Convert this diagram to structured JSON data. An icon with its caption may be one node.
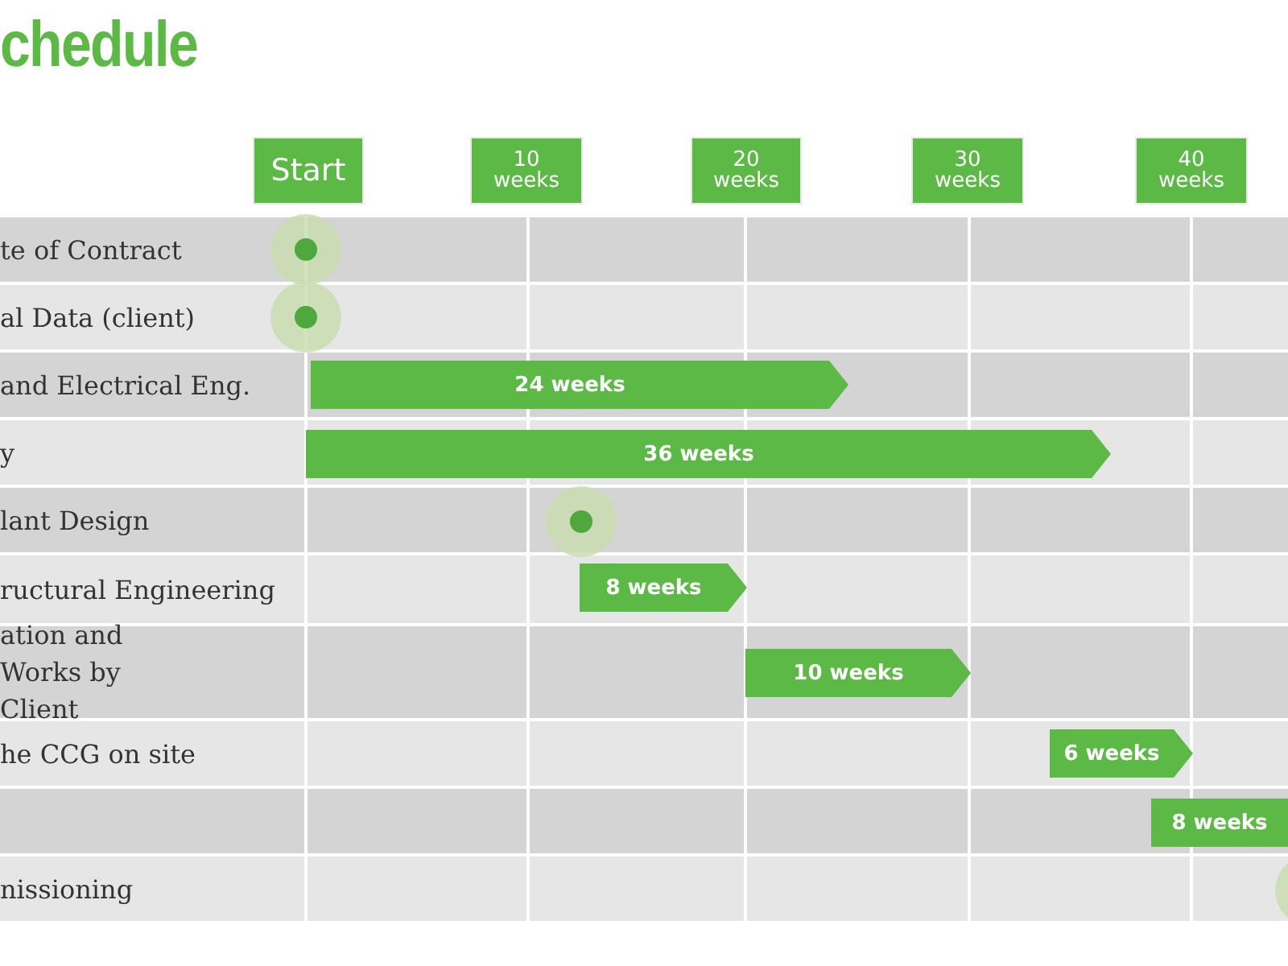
{
  "diagram": {
    "title": "chedule",
    "nodes": [
      {
        "text": [
          "Start"
        ]
      },
      {
        "text": [
          "10 weeks"
        ]
      },
      {
        "text": [
          "20 weeks"
        ]
      },
      {
        "text": [
          "30 weeks"
        ]
      },
      {
        "text": [
          "40 weeks"
        ]
      },
      {
        "text": [
          "24 weeks"
        ]
      },
      {
        "text": [
          "36 weeks"
        ]
      },
      {
        "text": [
          "8 weeks"
        ]
      },
      {
        "text": [
          "10 weeks"
        ]
      },
      {
        "text": [
          "6 weeks"
        ]
      },
      {
        "text": [
          "8 weeks"
        ]
      }
    ],
    "edges": [],
    "labels": [
      "te of Contract",
      "al Data (client)",
      "and Electrical Eng.",
      "y",
      "lant Design",
      "ructural Engineering",
      "ation and Works by Client",
      "he CCG on site",
      "nissioning"
    ]
  }
}
